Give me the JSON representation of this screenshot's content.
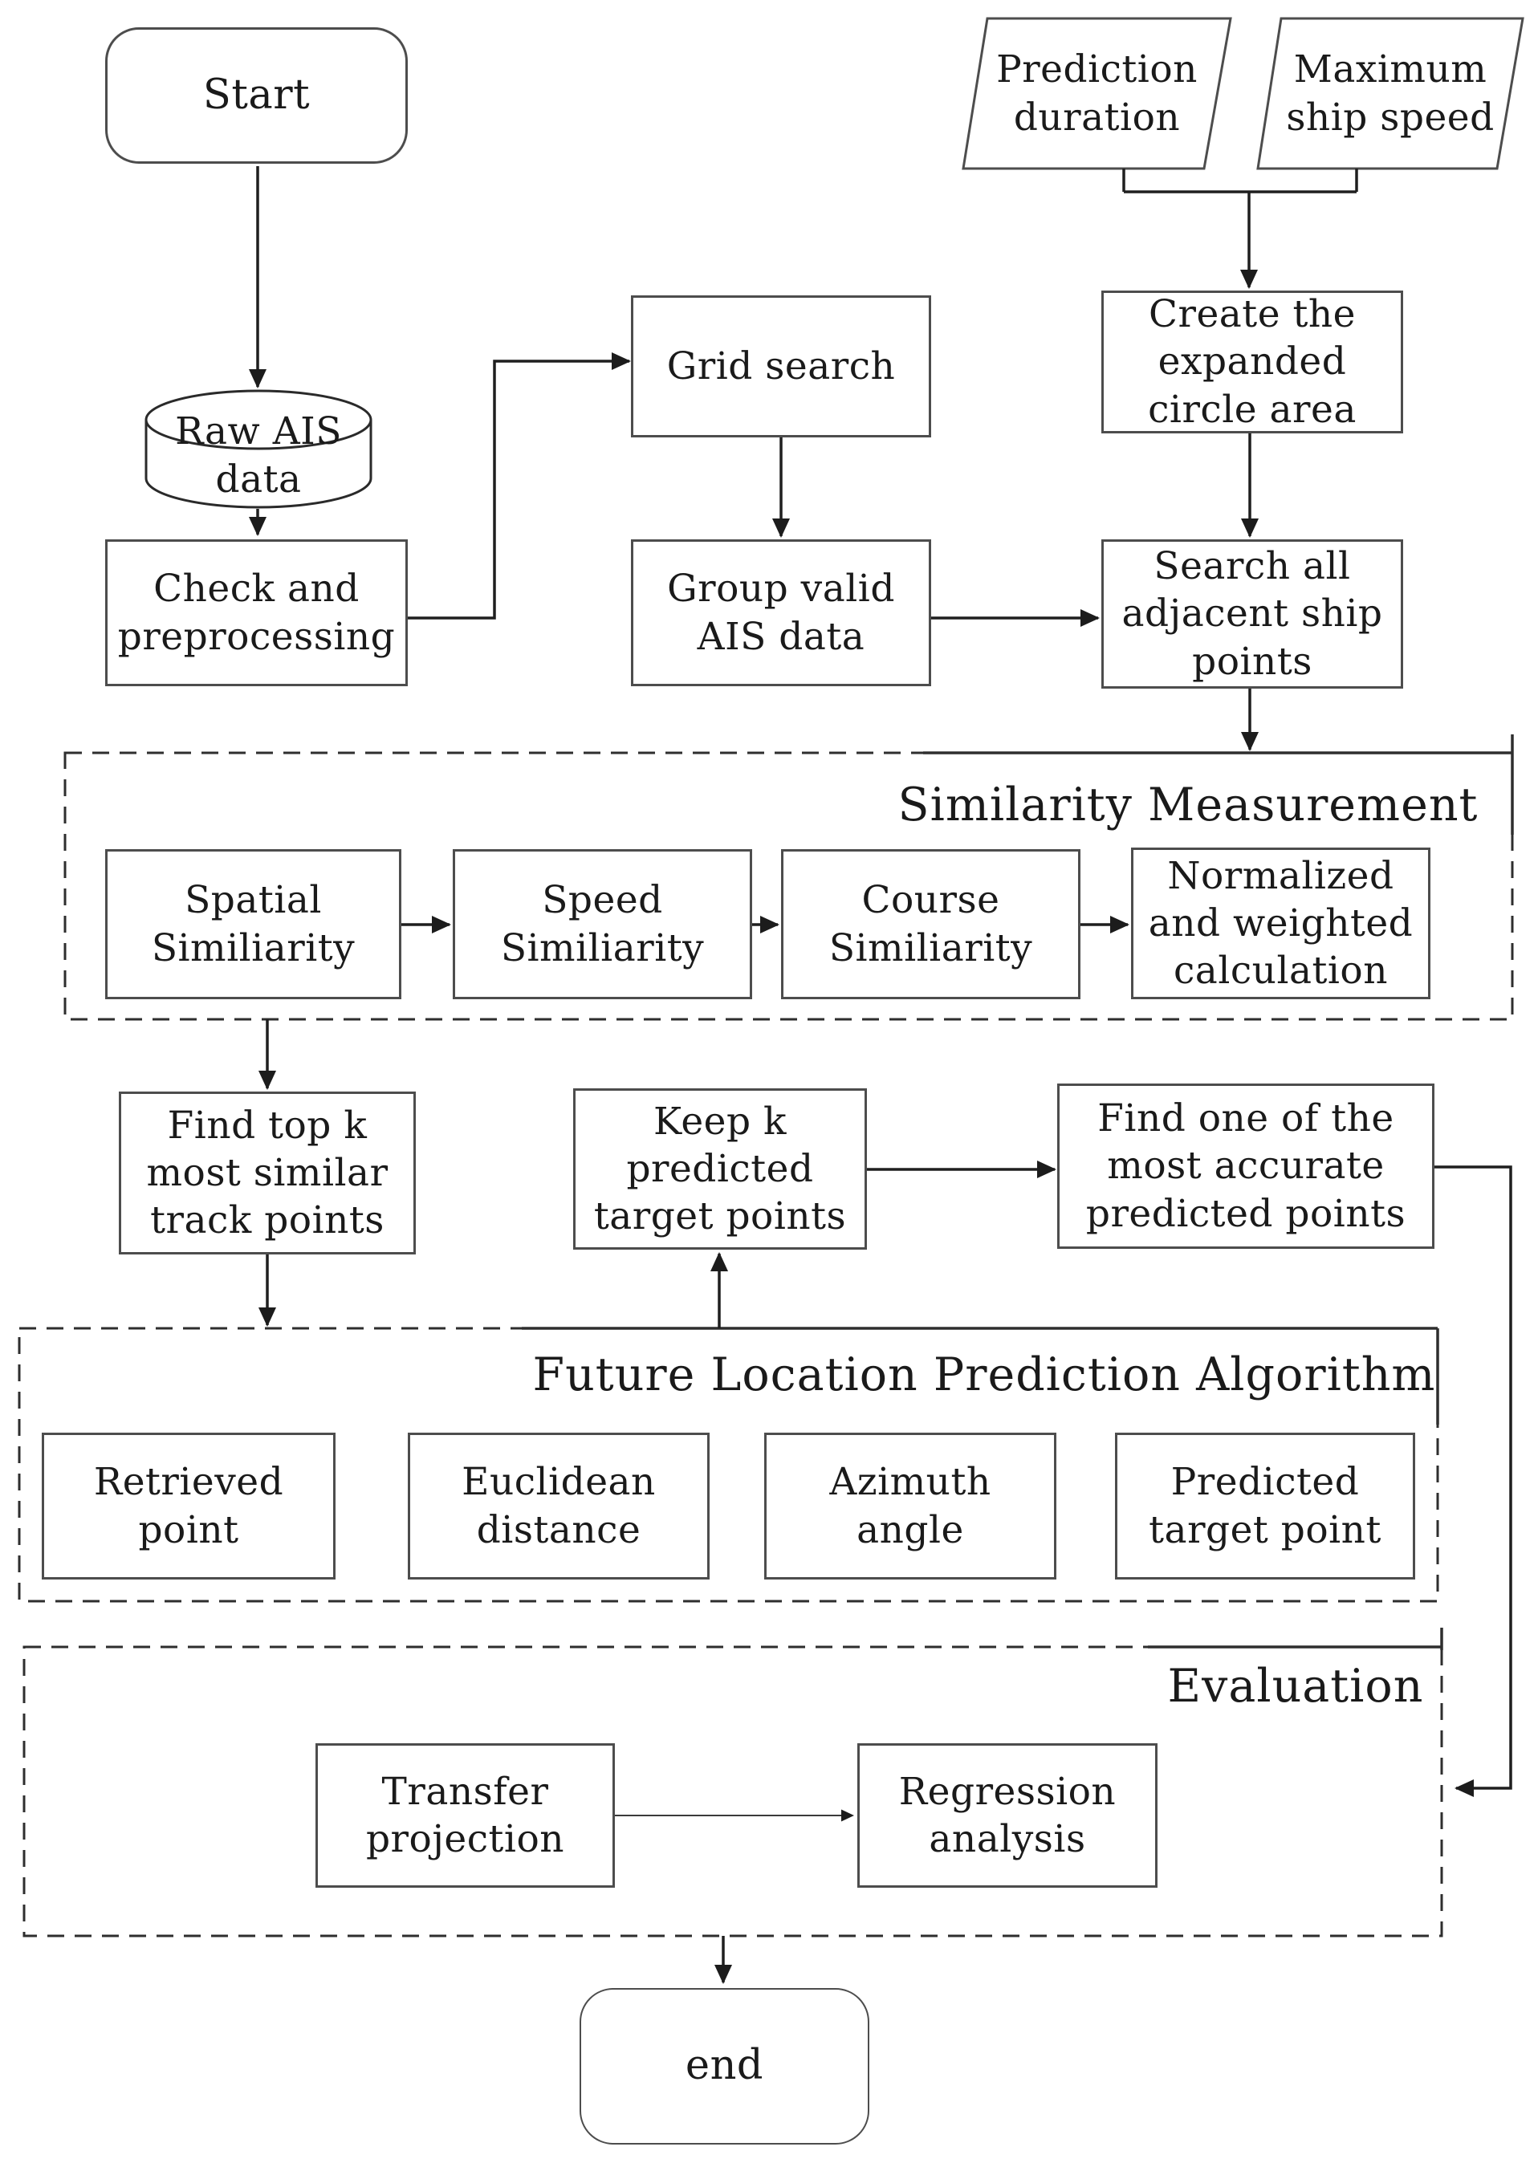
{
  "diagram_colors": {
    "background": "#ffffff",
    "box_border": "#4d4d4d",
    "connector": "#222222",
    "text": "#1a1a1a"
  },
  "nodes": {
    "start": {
      "label": "Start"
    },
    "prediction_duration": {
      "label": "Prediction\nduration"
    },
    "maximum_ship_speed": {
      "label": "Maximum\nship speed"
    },
    "raw_ais_data": {
      "label": "Raw AIS\ndata"
    },
    "grid_search": {
      "label": "Grid search"
    },
    "create_expanded_circle": {
      "label": "Create the\nexpanded\ncircle area"
    },
    "check_and_preprocessing": {
      "label": "Check and\npreprocessing"
    },
    "group_valid_ais_data": {
      "label": "Group valid\nAIS data"
    },
    "search_adjacent_points": {
      "label": "Search all\nadjacent ship\npoints"
    },
    "spatial_similarity": {
      "label": "Spatial\nSimiliarity"
    },
    "speed_similarity": {
      "label": "Speed\nSimiliarity"
    },
    "course_similarity": {
      "label": "Course\nSimiliarity"
    },
    "normalized_weighted": {
      "label": "Normalized\nand weighted\ncalculation"
    },
    "find_top_k": {
      "label": "Find top k\nmost similar\ntrack points"
    },
    "keep_k_predicted": {
      "label": "Keep k\npredicted\ntarget points"
    },
    "find_most_accurate": {
      "label": "Find one of the\nmost accurate\npredicted points"
    },
    "retrieved_point": {
      "label": "Retrieved\npoint"
    },
    "euclidean_distance": {
      "label": "Euclidean\ndistance"
    },
    "azimuth_angle": {
      "label": "Azimuth\nangle"
    },
    "predicted_target_point": {
      "label": "Predicted\ntarget point"
    },
    "transfer_projection": {
      "label": "Transfer\nprojection"
    },
    "regression_analysis": {
      "label": "Regression\nanalysis"
    },
    "end": {
      "label": "end"
    }
  },
  "groups": {
    "similarity_measurement": {
      "title": "Similarity Measurement"
    },
    "future_location_prediction": {
      "title": "Future Location Prediction Algorithm"
    },
    "evaluation": {
      "title": "Evaluation"
    }
  }
}
